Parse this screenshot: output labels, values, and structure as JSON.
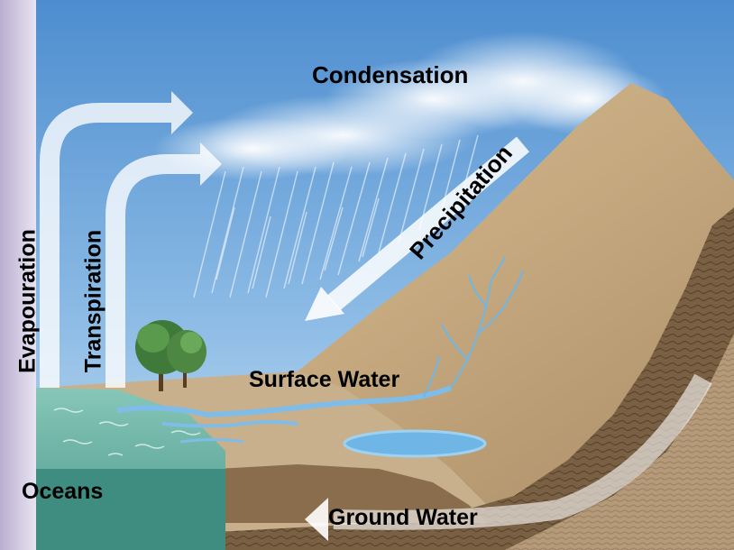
{
  "labels": {
    "condensation": "Condensation",
    "precipitation": "Precipitation",
    "evaporation": "Evapouration",
    "transpiration": "Transpiration",
    "surface_water": "Surface Water",
    "oceans": "Oceans",
    "ground_water": "Ground Water"
  },
  "colors": {
    "sky_top": "#4f8fd0",
    "sky_bottom": "#cfe3f4",
    "mountain": "#c8ad85",
    "ocean": "#5fa89c",
    "soil_dark": "#6b5236",
    "water": "#6fb6e6"
  }
}
